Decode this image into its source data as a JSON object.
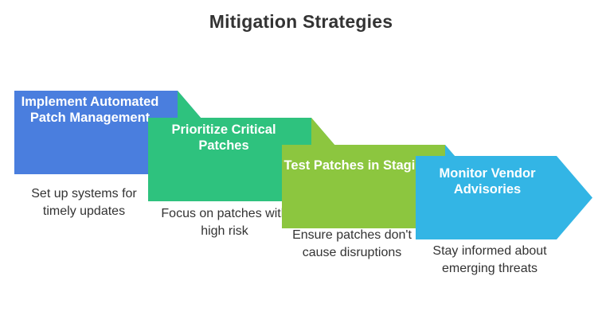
{
  "title": "Mitigation Strategies",
  "stages": [
    {
      "label": "Implement Automated Patch Management",
      "caption": "Set up systems for timely updates",
      "color": "#4a7ede",
      "fold_color": "#2ec27e"
    },
    {
      "label": "Prioritize Critical Patches",
      "caption": "Focus on patches with high risk",
      "color": "#2ec27e",
      "fold_color": "#8cc63f"
    },
    {
      "label": "Test Patches in Staging",
      "caption": "Ensure patches don't cause disruptions",
      "color": "#8cc63f",
      "fold_color": "#33b5e5"
    },
    {
      "label": "Monitor Vendor Advisories",
      "caption": "Stay informed about emerging threats",
      "color": "#33b5e5",
      "fold_color": "#33b5e5"
    }
  ]
}
